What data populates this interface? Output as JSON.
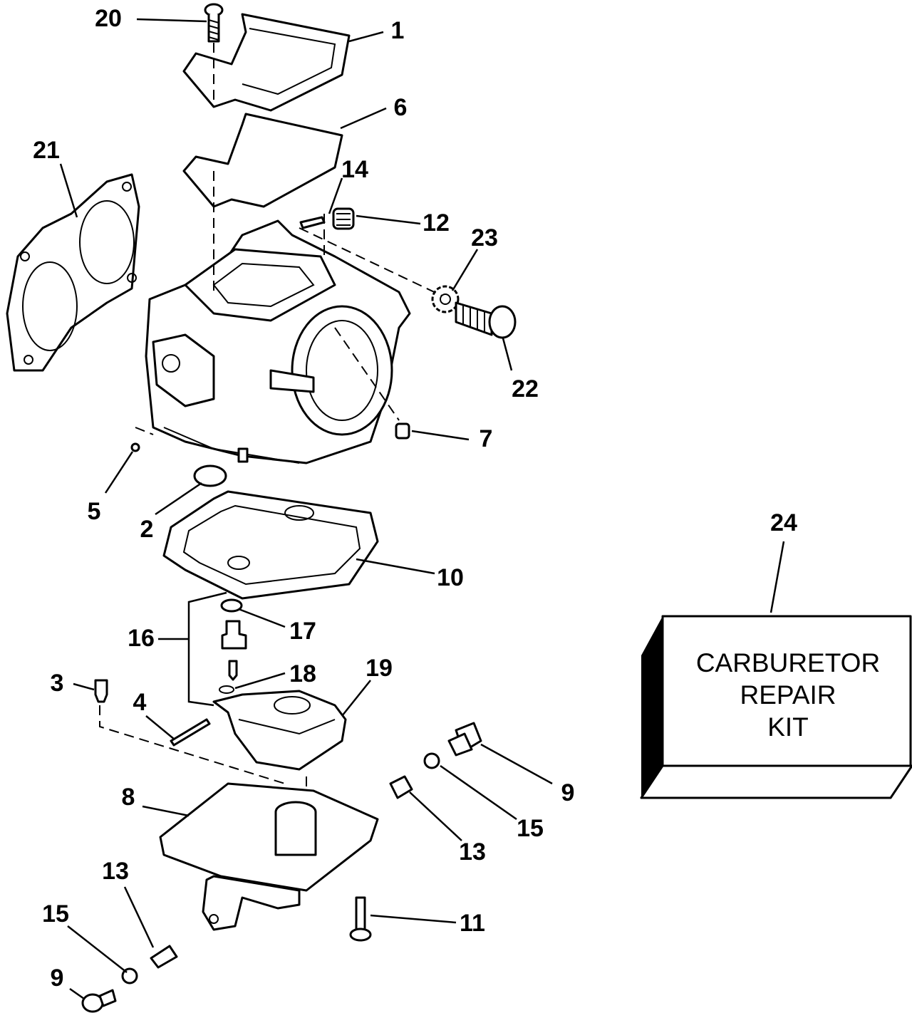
{
  "diagram": {
    "callouts": [
      "20",
      "1",
      "6",
      "21",
      "14",
      "12",
      "23",
      "22",
      "7",
      "5",
      "2",
      "24",
      "10",
      "17",
      "16",
      "18",
      "19",
      "3",
      "4",
      "9",
      "15",
      "8",
      "13",
      "13",
      "15",
      "11",
      "9"
    ],
    "kit": {
      "lines": [
        "CARBURETOR",
        "REPAIR",
        "KIT"
      ]
    }
  }
}
